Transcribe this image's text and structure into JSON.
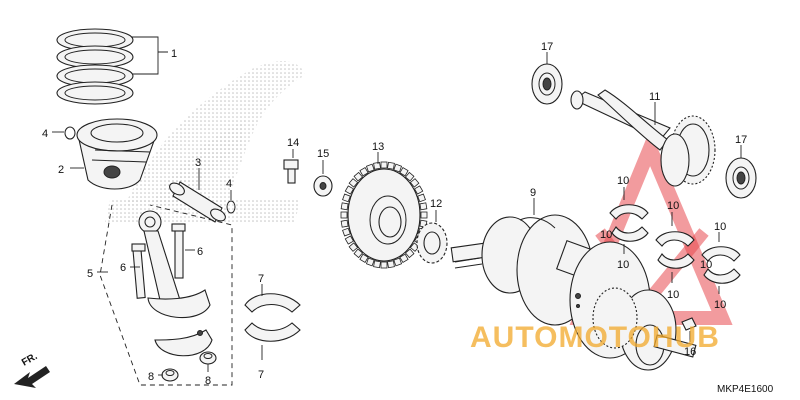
{
  "diagram": {
    "code": "MKP4E1600",
    "direction_label": "FR.",
    "watermark_text": "AUTOMOTOHUB",
    "colors": {
      "line": "#222222",
      "watermark_red": "#e8484e",
      "watermark_orange": "#f2a92a",
      "emblem_gray": "#c8c8c8"
    }
  },
  "callouts": [
    {
      "id": "c1",
      "label": "1"
    },
    {
      "id": "c2",
      "label": "2"
    },
    {
      "id": "c3",
      "label": "3"
    },
    {
      "id": "c4a",
      "label": "4"
    },
    {
      "id": "c4b",
      "label": "4"
    },
    {
      "id": "c5",
      "label": "5"
    },
    {
      "id": "c6a",
      "label": "6"
    },
    {
      "id": "c6b",
      "label": "6"
    },
    {
      "id": "c7a",
      "label": "7"
    },
    {
      "id": "c7b",
      "label": "7"
    },
    {
      "id": "c8a",
      "label": "8"
    },
    {
      "id": "c8b",
      "label": "8"
    },
    {
      "id": "c9",
      "label": "9"
    },
    {
      "id": "c10a",
      "label": "10"
    },
    {
      "id": "c10b",
      "label": "10"
    },
    {
      "id": "c10c",
      "label": "10"
    },
    {
      "id": "c10d",
      "label": "10"
    },
    {
      "id": "c10e",
      "label": "10"
    },
    {
      "id": "c10f",
      "label": "10"
    },
    {
      "id": "c10g",
      "label": "10"
    },
    {
      "id": "c10h",
      "label": "10"
    },
    {
      "id": "c11",
      "label": "11"
    },
    {
      "id": "c12",
      "label": "12"
    },
    {
      "id": "c13",
      "label": "13"
    },
    {
      "id": "c14",
      "label": "14"
    },
    {
      "id": "c15",
      "label": "15"
    },
    {
      "id": "c16",
      "label": "16"
    },
    {
      "id": "c17a",
      "label": "17"
    },
    {
      "id": "c17b",
      "label": "17"
    }
  ]
}
